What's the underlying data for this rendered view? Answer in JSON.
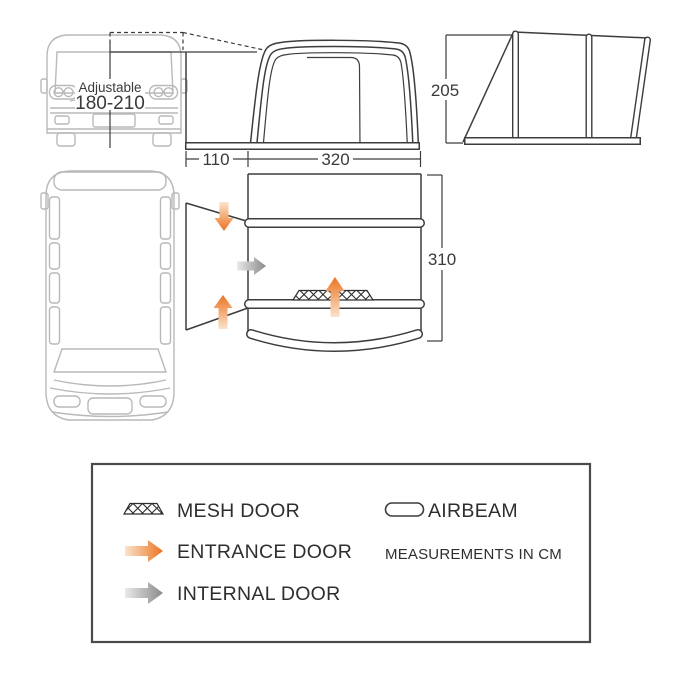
{
  "diagram": {
    "front_view": {
      "adjustable_label": "Adjustable",
      "adjustable_range": "180-210",
      "tunnel_width_cm": "110",
      "awning_width_cm": "320"
    },
    "side_view": {
      "height_cm": "205"
    },
    "plan_view": {
      "depth_cm": "310"
    }
  },
  "legend": {
    "items": [
      {
        "id": "mesh-door",
        "label": "MESH DOOR"
      },
      {
        "id": "entrance-door",
        "label": "ENTRANCE DOOR"
      },
      {
        "id": "internal-door",
        "label": "INTERNAL DOOR"
      },
      {
        "id": "airbeam",
        "label": "AIRBEAM"
      }
    ],
    "note": "MEASUREMENTS IN CM"
  },
  "colors": {
    "line": "#3d3d3d",
    "van_line": "#b9b9b9",
    "entrance_arrow": "#ec7623",
    "internal_arrow": "#8c8c8c"
  }
}
